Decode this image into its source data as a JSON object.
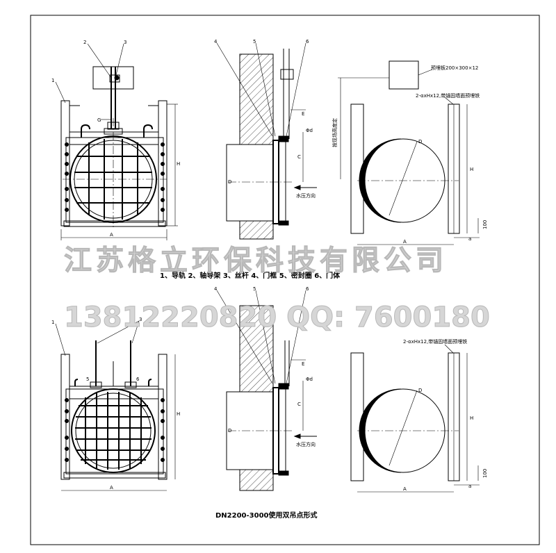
{
  "watermark": {
    "company": "江苏格立环保科技有限公司",
    "phone_qq": "13812220820   QQ: 7600180"
  },
  "top_section": {
    "caption": "1、导轨 2、轴导架 3、丝杆 4、门框 5、密封圈 6、门体",
    "front_callouts": [
      "1",
      "2",
      "3"
    ],
    "side_callouts": [
      "4",
      "5",
      "6"
    ],
    "dims": {
      "width": "A",
      "height": "H",
      "gap": "G",
      "diameter": "D",
      "e": "E",
      "c": "C",
      "phi_d": "Φd"
    },
    "water_pressure": "水压方向",
    "embed_plate": "预埋板200×300×12",
    "embed_steel": "2-αxHx12,带锚固墙面预埋铁",
    "height_note": "按现场高度定",
    "offset_100": "100",
    "offset_a": "a"
  },
  "bottom_section": {
    "caption": "DN2200-3000使用双吊点形式",
    "front_callouts": [
      "1",
      "3"
    ],
    "small_labels": [
      "5",
      "6"
    ],
    "side_callouts": [
      "4",
      "5",
      "6"
    ],
    "dims": {
      "width": "A",
      "height": "H",
      "diameter": "D",
      "e": "E",
      "c": "C",
      "phi_d": "Φd"
    },
    "water_pressure": "水压方向",
    "embed_steel": "2-αxHx12,带锚固墙面预埋铁",
    "offset_100": "100",
    "offset_a": "a"
  }
}
